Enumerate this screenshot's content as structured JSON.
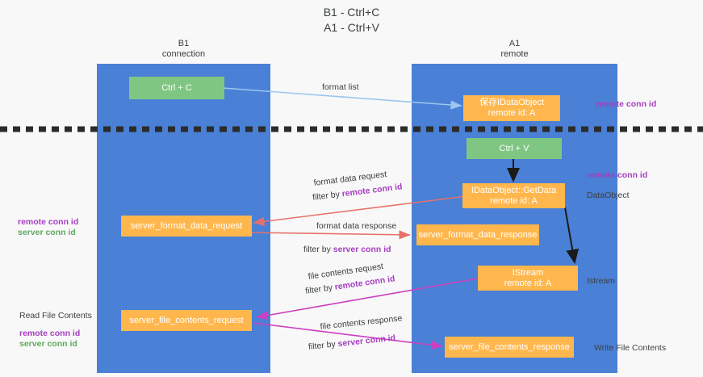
{
  "title": "B1 - Ctrl+C\nA1 - Ctrl+V",
  "colors": {
    "lane_blue": "#4a80d5",
    "box_orange": "#ffb74d",
    "box_green": "#80c683",
    "background": "#f8f8f8",
    "arrow_format_list": "#9cc6ee",
    "arrow_format_data": "#e8706a",
    "arrow_file_contents": "#cc3fc0",
    "arrow_black": "#1a1a1a",
    "text_purple": "#a43fc0",
    "text_green": "#5fa85f",
    "text_dark": "#3c4043",
    "divider": "#2b2b2b"
  },
  "lanes": [
    {
      "id": "b1",
      "title": "B1\nconnection"
    },
    {
      "id": "a1",
      "title": "A1\nremote"
    }
  ],
  "boxes": {
    "ctrl_c": {
      "line1": "Ctrl + C"
    },
    "data_object_remote": {
      "line1": "保存IDataObject",
      "line2": "remote id: A"
    },
    "ctrl_v": {
      "line1": "Ctrl + V"
    },
    "get_data": {
      "line1": "IDataObject::GetData",
      "line2": "remote id: A"
    },
    "format_data_request": {
      "line1": "server_format_data_request"
    },
    "format_data_response": {
      "line1": "server_format_data_response"
    },
    "istream": {
      "line1": "IStream",
      "line2": "remote id: A"
    },
    "file_contents_request": {
      "line1": "server_file_contents_request"
    },
    "file_contents_response": {
      "line1": "server_file_contents_response"
    }
  },
  "arrow_labels": {
    "format_list": "format list",
    "format_data_request": "format data request",
    "format_data_request_filter_prefix": "filter by ",
    "format_data_request_filter_value": "remote conn id",
    "format_data_response": "format data response",
    "format_data_response_filter_prefix": "filter by ",
    "format_data_response_filter_value": "server conn id",
    "file_contents_request": "file contents request",
    "file_contents_request_filter_prefix": "filter by ",
    "file_contents_request_filter_value": "remote conn id",
    "file_contents_response": "file contents response",
    "file_contents_response_filter_prefix": "filter by ",
    "file_contents_response_filter_value": "server conn id"
  },
  "annotations": {
    "right_remote_conn_id_top": "remote conn id",
    "right_remote_conn_id_mid": "remote conn id",
    "right_data_object": "DataObject",
    "right_istream": "Istream",
    "right_write_file_contents": "Write File Contents",
    "left_remote_conn_id": "remote conn id",
    "left_server_conn_id": "server conn id",
    "left_read_file_contents": "Read File Contents",
    "left_remote_conn_id_2": "remote conn id",
    "left_server_conn_id_2": "server conn id"
  }
}
